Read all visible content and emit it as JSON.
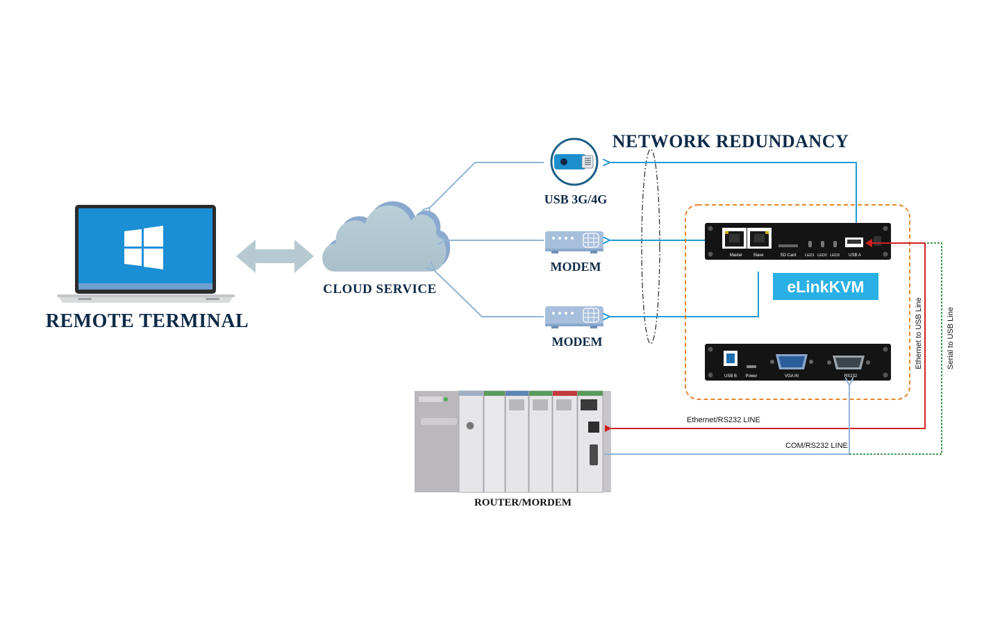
{
  "title": "NETWORK REDUNDANCY",
  "nodes": {
    "remote_terminal": "REMOTE TERMINAL",
    "cloud_service": "CLOUD SERVICE",
    "usb_modem": "USB 3G/4G",
    "modem_1": "MODEM",
    "modem_2": "MODEM",
    "router": "ROUTER/MORDEM",
    "elinkkvm_brand": "eLinkKVM"
  },
  "kvm_front_ports": {
    "master": "Master",
    "slave": "Slave",
    "sd_card": "SD Card",
    "led1": "LED1",
    "led2": "LED2",
    "led3": "LED3",
    "usb_a": "USB A"
  },
  "kvm_back_ports": {
    "usb_b": "USB B",
    "power": "Power",
    "vga_in": "VGA IN",
    "rs232": "RS232"
  },
  "lines": {
    "ethernet_rs232": "Ethernet/RS232 LINE",
    "com_rs232": "COM/RS232 LINE",
    "ethernet_to_usb": "Ethernet to USB Line",
    "serial_to_usb": "Serial to USB Line"
  },
  "colors": {
    "cyan_link": "#1f9ad6",
    "light_link": "#8fb4d6",
    "red_link": "#d01f1f",
    "green_link": "#2e8b3e",
    "orange_box": "#e8862a",
    "heading": "#0e2a47",
    "brand_bg": "#2ab0e4"
  }
}
